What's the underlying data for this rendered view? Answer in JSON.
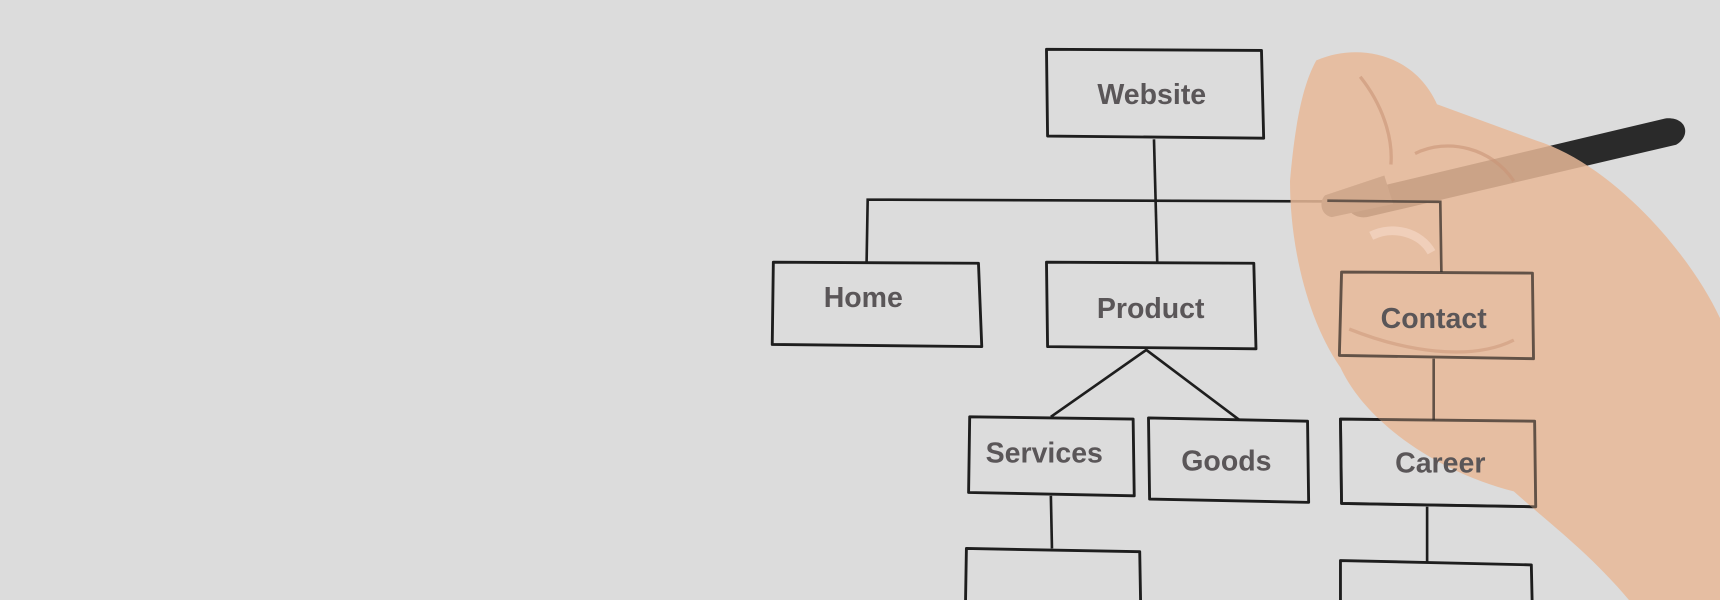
{
  "diagram": {
    "root": "Website",
    "level1": [
      "Home",
      "Product",
      "Contact"
    ],
    "product_children": [
      "Services",
      "Goods"
    ],
    "contact_children": [
      "Career"
    ]
  },
  "colors": {
    "background": "#dcdcdc",
    "text": "#5a5658",
    "line": "#1e1e1e",
    "skin": "#e8b898"
  }
}
